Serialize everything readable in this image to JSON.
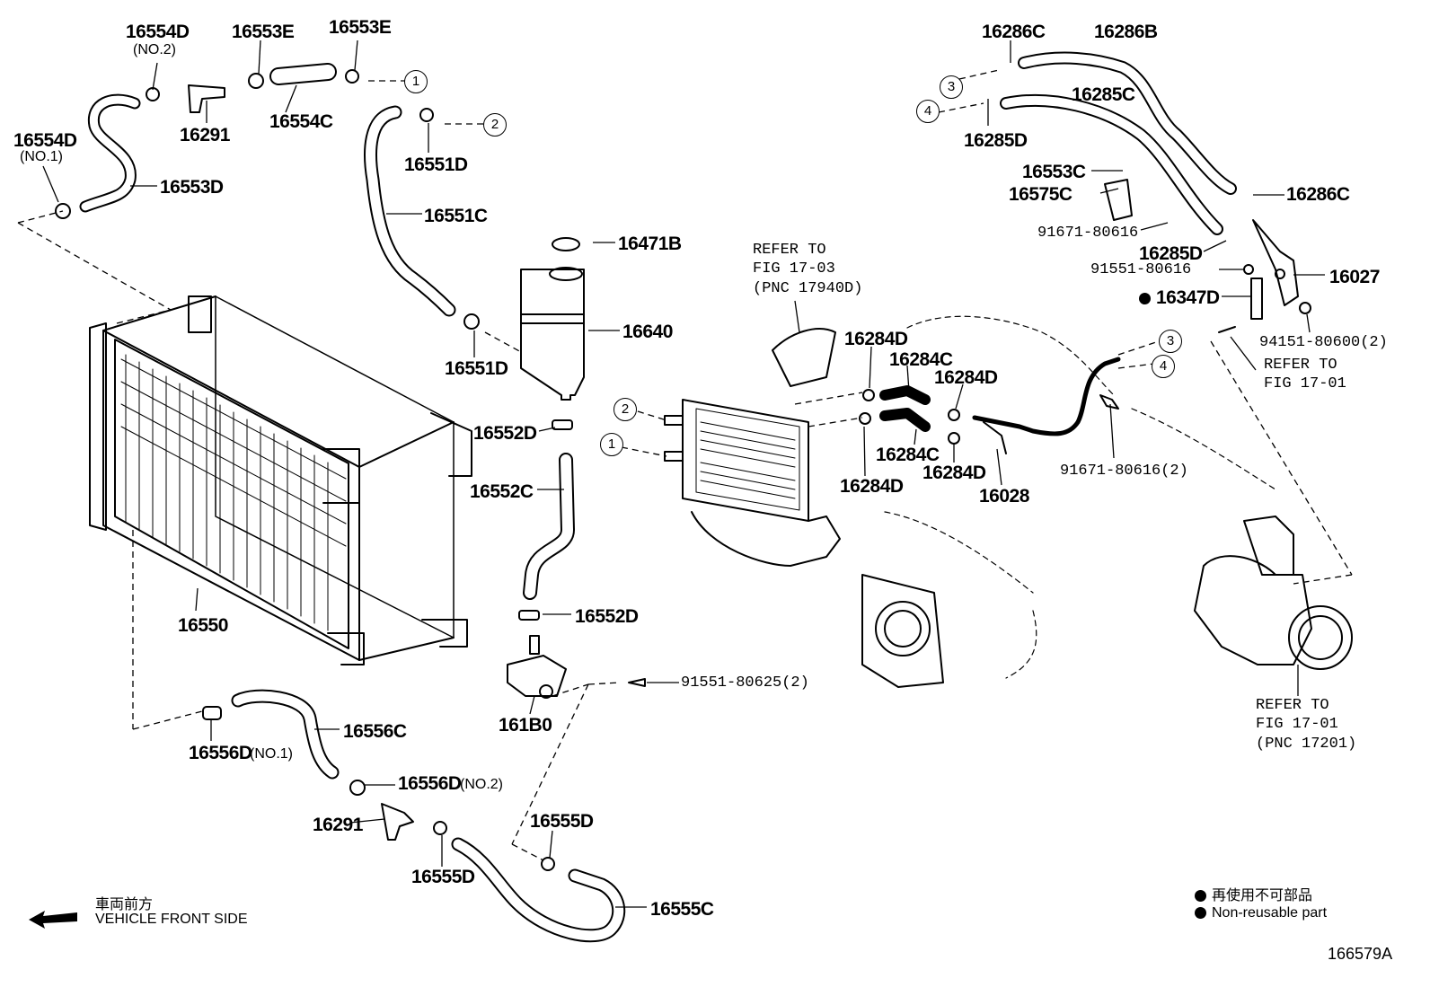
{
  "parts": {
    "p16554D_2": "16554D",
    "p16554D_2_note": "(NO.2)",
    "p16553E_a": "16553E",
    "p16553E_b": "16553E",
    "p16291_a": "16291",
    "p16554C": "16554C",
    "p16554D_1": "16554D",
    "p16554D_1_note": "(NO.1)",
    "p16553D": "16553D",
    "p16551D_a": "16551D",
    "p16551C": "16551C",
    "p16471B": "16471B",
    "p16640": "16640",
    "p16551D_b": "16551D",
    "p16552D_a": "16552D",
    "p16552C": "16552C",
    "p16552D_b": "16552D",
    "p16550": "16550",
    "p161B0": "161B0",
    "p91551_80625": "91551-80625(2)",
    "p16556C": "16556C",
    "p16556D_1": "16556D",
    "p16556D_1_note": "(NO.1)",
    "p16556D_2": "16556D",
    "p16556D_2_note": "(NO.2)",
    "p16291_b": "16291",
    "p16555D_a": "16555D",
    "p16555D_b": "16555D",
    "p16555C": "16555C",
    "p16284D_a": "16284D",
    "p16284C_a": "16284C",
    "p16284D_b": "16284D",
    "p16284D_c": "16284D",
    "p16284C_b": "16284C",
    "p16284D_d": "16284D",
    "p16028": "16028",
    "p91671_80616_2": "91671-80616(2)",
    "p16286C_a": "16286C",
    "p16286B": "16286B",
    "p16285C": "16285C",
    "p16285D_a": "16285D",
    "p16553C": "16553C",
    "p16575C": "16575C",
    "p16286C_b": "16286C",
    "p91671_80616": "91671-80616",
    "p16285D_b": "16285D",
    "p91551_80616": "91551-80616",
    "p16027": "16027",
    "p16347D": "16347D",
    "p94151_80600": "94151-80600(2)"
  },
  "refs": {
    "fig1703": "REFER TO\nFIG 17-03\n(PNC 17940D)",
    "fig1701a": "REFER TO\nFIG 17-01",
    "fig1701b": "REFER TO\nFIG 17-01\n(PNC 17201)"
  },
  "callouts": {
    "c1": "1",
    "c2": "2",
    "c3": "3",
    "c4": "4"
  },
  "legend": {
    "jp": "再使用不可部品",
    "en": "Non-reusable part",
    "front_jp": "車両前方",
    "front_en": "VEHICLE FRONT SIDE"
  },
  "diagram_id": "166579A"
}
